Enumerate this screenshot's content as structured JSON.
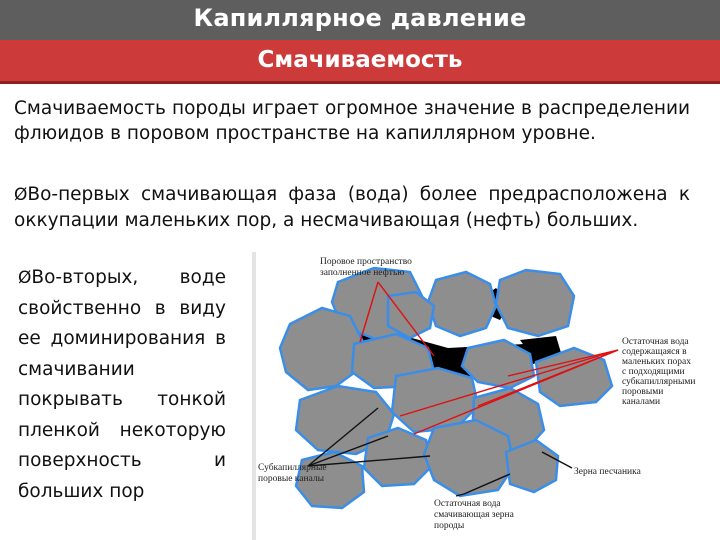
{
  "header": {
    "title": "Капиллярное давление",
    "subtitle": "Смачиваемость"
  },
  "body": {
    "paragraph": "Смачиваемость породы играет огромное значение в распределении флюидов в поровом пространстве на капиллярном уровне.",
    "bullet1": "Во-первых смачивающая фаза (вода) более предрасположена к оккупации маленьких пор, а несмачивающая (нефть) больших.",
    "bullet2": "Во-вторых, воде свойственно в виду ее доминирования в смачивании покрывать тонкой пленкой некоторую поверхность и больших пор"
  },
  "bullet_marker": "Ø",
  "diagram": {
    "label_pore_oil_1": "Поровое пространство",
    "label_pore_oil_2": "заполненное нефтью",
    "label_residual_small_1": "Остаточная вода",
    "label_residual_small_2": "содержащаяся в",
    "label_residual_small_3": "маленьких порах",
    "label_residual_small_4": "с подходящими",
    "label_residual_small_5": "субкапиллярными",
    "label_residual_small_6": "поровыми",
    "label_residual_small_7": "каналами",
    "label_subcap_1": "Субкапиллярные",
    "label_subcap_2": "поровые каналы",
    "label_grains": "Зерна песчаника",
    "label_residual_film_1": "Остаточная вода",
    "label_residual_film_2": "смачивающая зерна",
    "label_residual_film_3": "породы",
    "colors": {
      "grain": "#8e8e8e",
      "grain_outline": "#3a8ee8",
      "oil": "#000000",
      "pointer_red": "#e01010",
      "pointer_black": "#111111",
      "frame": "#e4e4e4"
    }
  }
}
